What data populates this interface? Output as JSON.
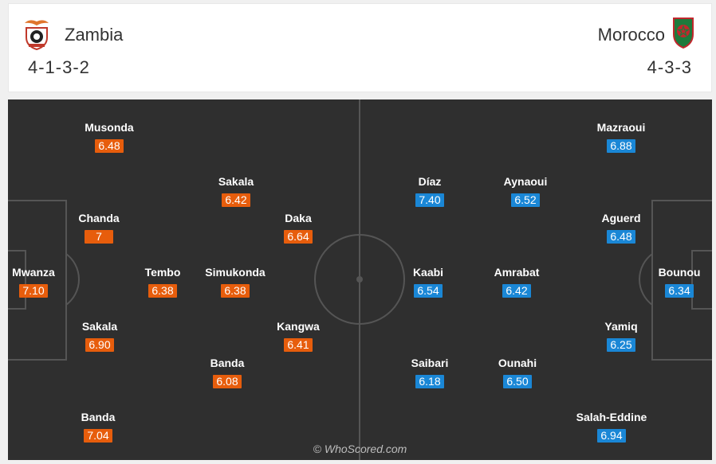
{
  "home": {
    "name": "Zambia",
    "formation": "4-1-3-2",
    "rating_color": "#e75d0c"
  },
  "away": {
    "name": "Morocco",
    "formation": "4-3-3",
    "rating_color": "#1a87d6"
  },
  "home_players": [
    {
      "name": "Musonda",
      "rating": "6.48"
    },
    {
      "name": "Sakala",
      "rating": "6.42"
    },
    {
      "name": "Chanda",
      "rating": "7"
    },
    {
      "name": "Daka",
      "rating": "6.64"
    },
    {
      "name": "Mwanza",
      "rating": "7.10"
    },
    {
      "name": "Tembo",
      "rating": "6.38"
    },
    {
      "name": "Simukonda",
      "rating": "6.38"
    },
    {
      "name": "Sakala",
      "rating": "6.90"
    },
    {
      "name": "Kangwa",
      "rating": "6.41"
    },
    {
      "name": "Banda",
      "rating": "6.08"
    },
    {
      "name": "Banda",
      "rating": "7.04"
    }
  ],
  "away_players": [
    {
      "name": "Mazraoui",
      "rating": "6.88"
    },
    {
      "name": "Díaz",
      "rating": "7.40"
    },
    {
      "name": "Aynaoui",
      "rating": "6.52"
    },
    {
      "name": "Aguerd",
      "rating": "6.48"
    },
    {
      "name": "Kaabi",
      "rating": "6.54"
    },
    {
      "name": "Amrabat",
      "rating": "6.42"
    },
    {
      "name": "Bounou",
      "rating": "6.34"
    },
    {
      "name": "Yamiq",
      "rating": "6.25"
    },
    {
      "name": "Saibari",
      "rating": "6.18"
    },
    {
      "name": "Ounahi",
      "rating": "6.50"
    },
    {
      "name": "Salah-Eddine",
      "rating": "6.94"
    }
  ],
  "watermark": "© WhoScored.com",
  "icons": {
    "home_crest": "zambia-crest-icon",
    "away_crest": "morocco-crest-icon"
  }
}
